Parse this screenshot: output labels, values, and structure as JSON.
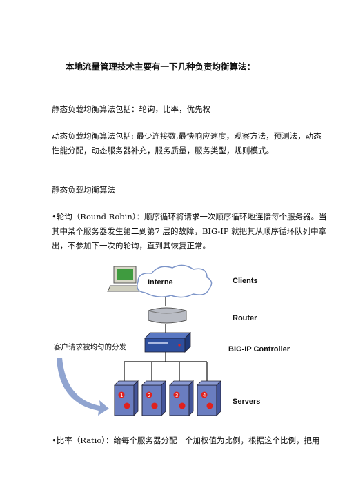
{
  "title": "本地流量管理技术主要有一下几种负责均衡算法：",
  "static_intro": "静态负载均衡算法包括：轮询，比率，优先权",
  "dynamic_intro_line1": "动态负载均衡算法包括: 最少连接数,最快响应速度，观察方法，预测法，动态",
  "dynamic_intro_line2": "性能分配，动态服务器补充，服务质量，服务类型，规则模式。",
  "section_heading": "静态负载均衡算法",
  "round_robin": {
    "line1": "•轮询（Round Robin）：顺序循环将请求一次顺序循环地连接每个服务器。当",
    "line2": "其中某个服务器发生第二到第7 层的故障，BIG-IP 就把其从顺序循环队列中拿",
    "line3": "出，不参加下一次的轮询，直到其恢复正常。"
  },
  "diagram": {
    "cloud_label": "Interne",
    "clients_label": "Clients",
    "router_label": "Router",
    "controller_label": "BIG-IP Controller",
    "servers_label": "Servers",
    "side_note": "客户请求被均匀的分发",
    "server_digits": [
      "1",
      "2",
      "3",
      "4"
    ]
  },
  "ratio_line": "•比率（Ratio）：给每个服务器分配一个加权值为比例，根据这个比例，把用",
  "colors": {
    "monitor": "#3f9b3f",
    "router": "#b9bcc4",
    "controller": "#2e4f9e",
    "server": "#6a7dc0",
    "server_dot": "#e0211d",
    "arrow": "#7c94c8"
  }
}
